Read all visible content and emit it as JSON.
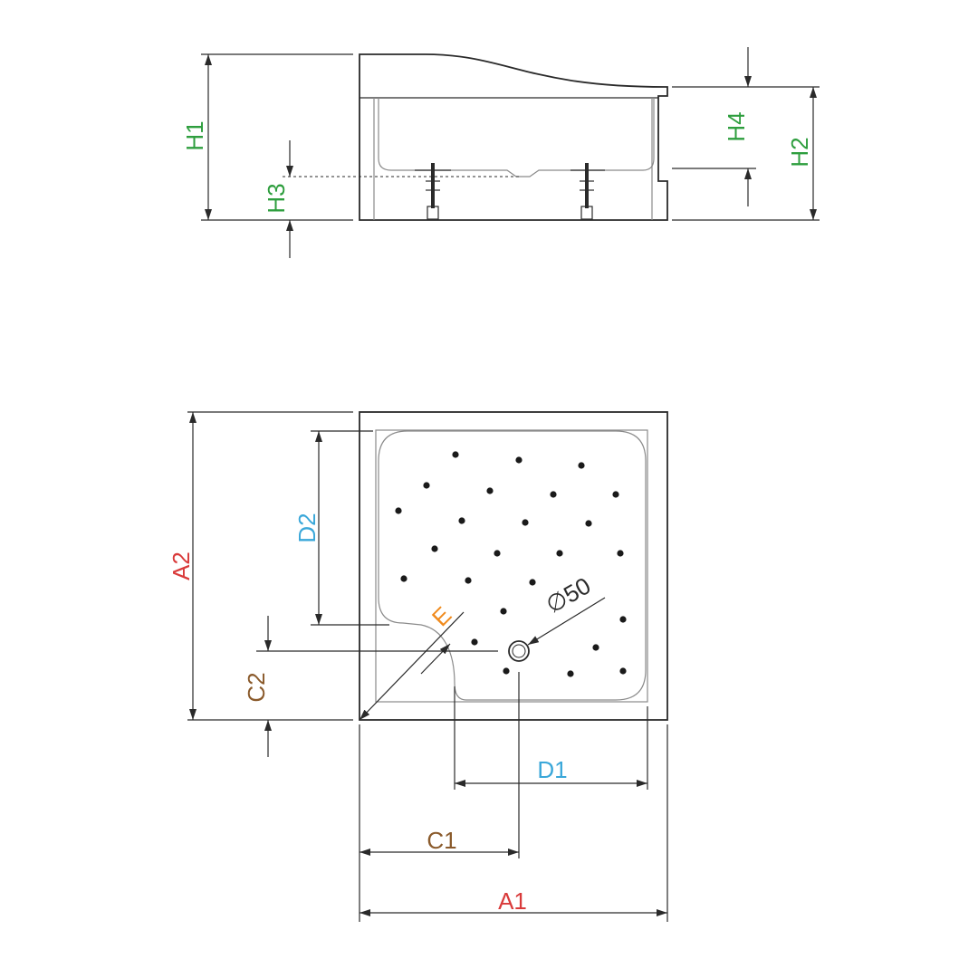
{
  "labels": {
    "h1": "H1",
    "h2": "H2",
    "h3": "H3",
    "h4": "H4",
    "a1": "A1",
    "a2": "A2",
    "c1": "C1",
    "c2": "C2",
    "d1": "D1",
    "d2": "D2",
    "e": "E",
    "drain": "∅50"
  },
  "colors": {
    "height": "#2e9e3e",
    "outer": "#d93a3a",
    "drain_offset": "#8a5a2b",
    "inner": "#3aa7d9",
    "diagonal": "#f08a1c"
  }
}
